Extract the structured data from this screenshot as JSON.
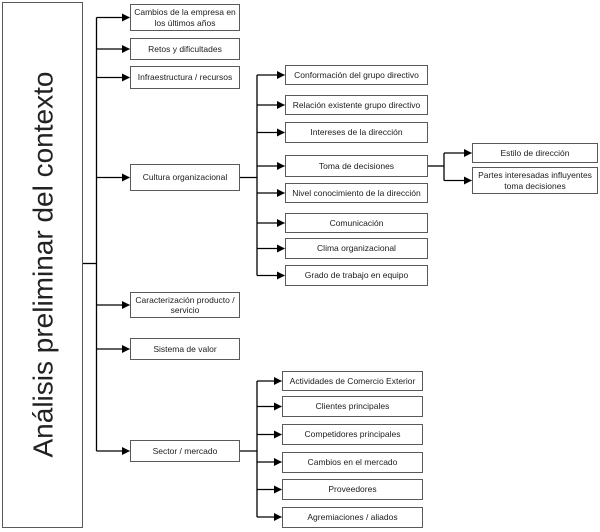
{
  "diagram": {
    "root": {
      "label": "Análisis preliminar del contexto"
    },
    "level1": [
      {
        "label": "Cambios de la empresa en los últimos años"
      },
      {
        "label": "Retos y dificultades"
      },
      {
        "label": "Infraestructura / recursos"
      },
      {
        "label": "Cultura organizacional",
        "children": [
          {
            "label": "Conformación del grupo directivo"
          },
          {
            "label": "Relación existente grupo directivo"
          },
          {
            "label": "Intereses de la dirección"
          },
          {
            "label": "Toma de decisiones",
            "children": [
              {
                "label": "Estilo de dirección"
              },
              {
                "label": "Partes interesadas influyentes toma decisiones"
              }
            ]
          },
          {
            "label": "Nivel conocimiento de la dirección"
          },
          {
            "label": "Comunicación"
          },
          {
            "label": "Clima organizacional"
          },
          {
            "label": "Grado de trabajo en equipo"
          }
        ]
      },
      {
        "label": "Caracterización producto / servicio"
      },
      {
        "label": "Sistema de valor"
      },
      {
        "label": "Sector / mercado",
        "children": [
          {
            "label": "Actividades de Comercio Exterior"
          },
          {
            "label": "Clientes principales"
          },
          {
            "label": "Competidores principales"
          },
          {
            "label": "Cambios en el mercado"
          },
          {
            "label": "Proveedores"
          },
          {
            "label": "Agremiaciones / aliados"
          }
        ]
      }
    ],
    "colors": {
      "box_border": "#595959",
      "connector": "#000000",
      "text": "#1c1c1c",
      "background": "#ffffff"
    }
  }
}
